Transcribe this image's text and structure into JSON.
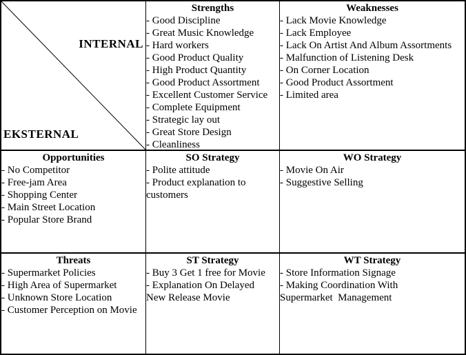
{
  "colors": {
    "background": "#ffffff",
    "border": "#000000",
    "text": "#000000"
  },
  "swot_matrix": {
    "axis": {
      "internal_label": "INTERNAL",
      "external_label": "EKSTERNAL"
    },
    "cells": {
      "strengths": {
        "title": "Strengths",
        "lines": [
          "- Good Discipline",
          "- Great Music Knowledge",
          "- Hard workers",
          "- Good Product Quality",
          "- High Product Quantity",
          "- Good Product Assortment",
          "- Excellent Customer Service",
          "- Complete Equipment",
          "- Strategic lay out",
          "- Great Store Design",
          "- Cleanliness"
        ]
      },
      "weaknesses": {
        "title": "Weaknesses",
        "lines": [
          "- Lack Movie Knowledge",
          "- Lack Employee",
          "- Lack On Artist And Album Assortments",
          "- Malfunction of Listening Desk",
          "- On Corner Location",
          "- Good Product Assortment",
          "- Limited area"
        ]
      },
      "opportunities": {
        "title": "Opportunities",
        "lines": [
          "- No Competitor",
          "- Free-jam Area",
          "- Shopping Center",
          "- Main Street Location",
          "- Popular Store Brand"
        ]
      },
      "so_strategy": {
        "title": "SO Strategy",
        "lines": [
          "- Polite attitude",
          "- Product explanation to",
          "customers"
        ]
      },
      "wo_strategy": {
        "title": "WO Strategy",
        "lines": [
          "- Movie On Air",
          "- Suggestive Selling"
        ]
      },
      "threats": {
        "title": "Threats",
        "lines": [
          "- Supermarket Policies",
          "- High Area of Supermarket",
          "- Unknown Store Location",
          "- Customer Perception on Movie"
        ]
      },
      "st_strategy": {
        "title": "ST Strategy",
        "lines": [
          "- Buy 3 Get 1 free for Movie",
          "- Explanation On Delayed",
          "New Release Movie"
        ]
      },
      "wt_strategy": {
        "title": "WT Strategy",
        "lines": [
          "- Store Information Signage",
          "- Making Coordination With",
          "Supermarket  Management"
        ]
      }
    }
  }
}
